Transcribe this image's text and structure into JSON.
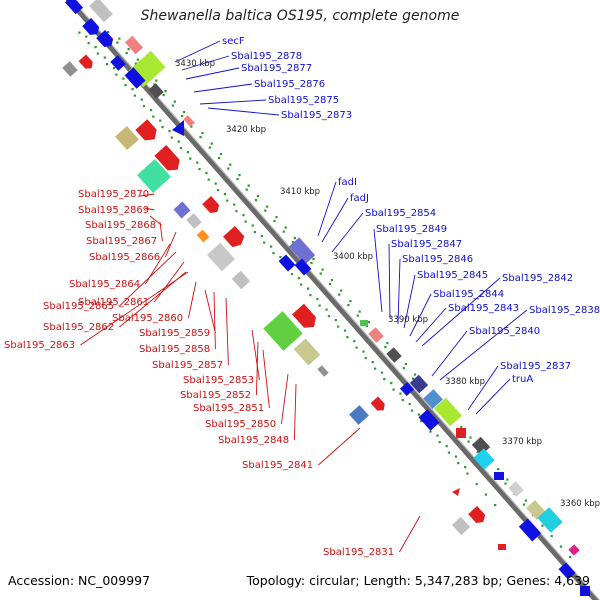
{
  "title": "Shewanella baltica OS195, complete genome",
  "accession": "Accession: NC_009997",
  "topology": "Topology: circular; Length: 5,347,283 bp; Genes: 4,639",
  "colors": {
    "blue_label": "#1010cc",
    "red_label": "#cc1010",
    "backbone": "#6a6a6a",
    "tick_dot": "#2a9a2a"
  },
  "ticks": [
    {
      "text": "3430 kbp"
    },
    {
      "text": "3420 kbp"
    },
    {
      "text": "3410 kbp"
    },
    {
      "text": "3400 kbp"
    },
    {
      "text": "3390 kbp"
    },
    {
      "text": "3380 kbp"
    },
    {
      "text": "3370 kbp"
    },
    {
      "text": "3360 kbp"
    }
  ],
  "blue_labels": [
    "secF",
    "Sbal195_2878",
    "Sbal195_2877",
    "Sbal195_2876",
    "Sbal195_2875",
    "Sbal195_2873",
    "fadI",
    "fadJ",
    "Sbal195_2854",
    "Sbal195_2849",
    "Sbal195_2847",
    "Sbal195_2846",
    "Sbal195_2845",
    "Sbal195_2844",
    "Sbal195_2843",
    "Sbal195_2842",
    "Sbal195_2838",
    "Sbal195_2840",
    "Sbal195_2837",
    "truA"
  ],
  "red_labels": [
    "Sbal195_2870",
    "Sbal195_2869",
    "Sbal195_2868",
    "Sbal195_2867",
    "Sbal195_2866",
    "Sbal195_2864",
    "Sbal195_2865",
    "Sbal195_2861",
    "Sbal195_2862",
    "Sbal195_2860",
    "Sbal195_2863",
    "Sbal195_2859",
    "Sbal195_2858",
    "Sbal195_2857",
    "Sbal195_2853",
    "Sbal195_2852",
    "Sbal195_2851",
    "Sbal195_2850",
    "Sbal195_2848",
    "Sbal195_2841",
    "Sbal195_2831"
  ]
}
